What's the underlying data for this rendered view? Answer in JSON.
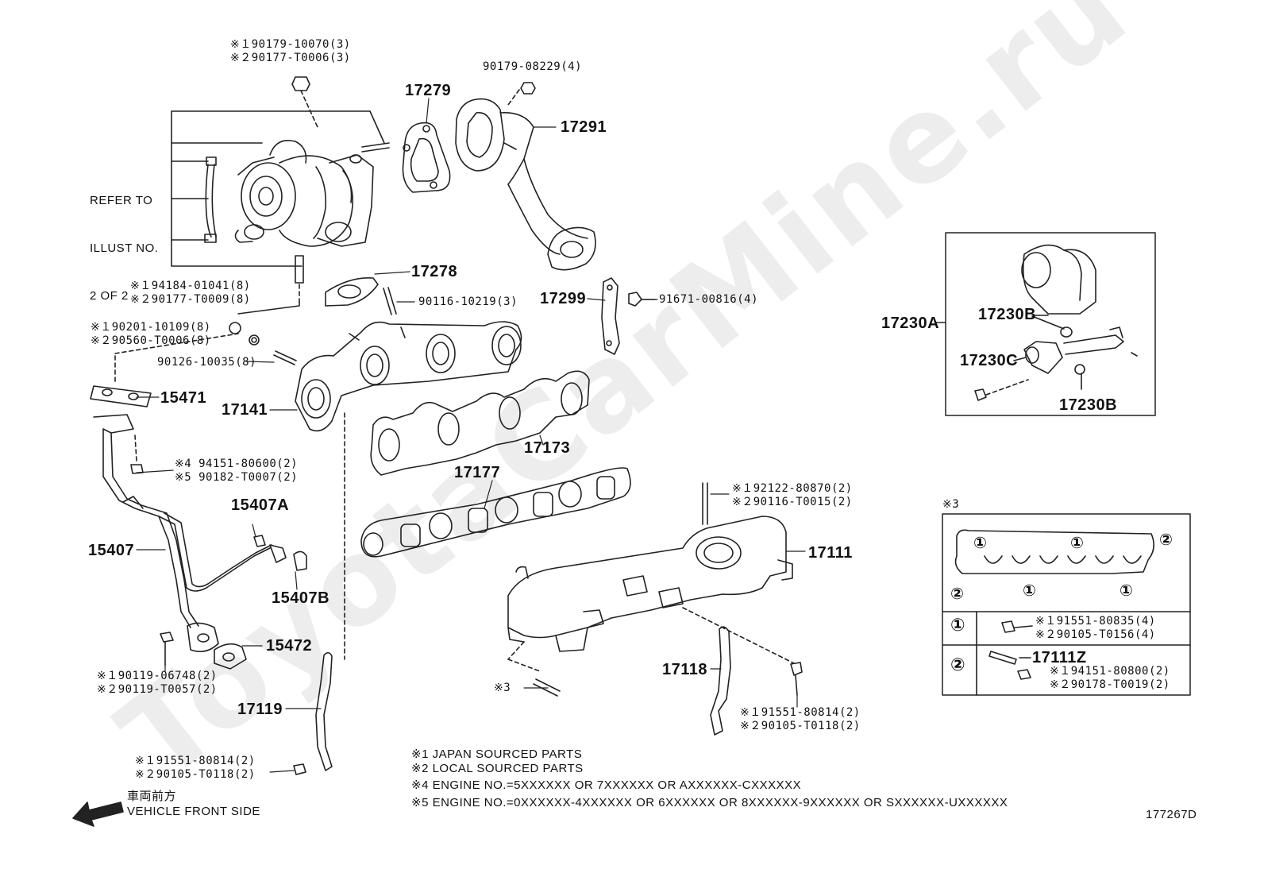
{
  "watermark": "ToyotaCarMine.ru",
  "figure_id": "177267D",
  "refer_note": [
    "REFER TO",
    "ILLUST NO.",
    "2 OF 2"
  ],
  "parts": {
    "p17279": "17279",
    "p17291": "17291",
    "p17278": "17278",
    "p17299": "17299",
    "p17141": "17141",
    "p17173": "17173",
    "p17177": "17177",
    "p15471": "15471",
    "p15407a": "15407A",
    "p15407": "15407",
    "p15407b": "15407B",
    "p15472": "15472",
    "p17111": "17111",
    "p17118": "17118",
    "p17119": "17119",
    "p17230a": "17230A",
    "p17230b_top": "17230B",
    "p17230c": "17230C",
    "p17230b_bottom": "17230B",
    "p17111z": "17111Z"
  },
  "fasteners": {
    "f_top_1": "※１90179-10070(3)",
    "f_top_2": "※２90177-T0006(3)",
    "f_nut_17291": "90179-08229(4)",
    "f_stud_17278": "90116-10219(3)",
    "f_bolt_17299": "91671-00816(4)",
    "f_stud_a1": "※１94184-01041(8)",
    "f_stud_a2": "※２90177-T0009(8)",
    "f_washer_1": "※１90201-10109(8)",
    "f_washer_2": "※２90560-T0006(8)",
    "f_stud_17141": "90126-10035(8)",
    "f_nut_a4": "※4 94151-80600(2)",
    "f_nut_a5": "※5 90182-T0007(2)",
    "f_bolt_b1": "※１90119-06748(2)",
    "f_bolt_b2": "※２90119-T0057(2)",
    "f_bolt_c1": "※１91551-80814(2)",
    "f_bolt_c2": "※２90105-T0118(2)",
    "f_stud_d1": "※１92122-80870(2)",
    "f_stud_d2": "※２90116-T0015(2)",
    "f_bolt_e1": "※１91551-80814(2)",
    "f_bolt_e2": "※２90105-T0118(2)",
    "f_ref3": "※3"
  },
  "inset3": {
    "title": "※3",
    "row1_symbol": "①",
    "row1_text_1": "※１91551-80835(4)",
    "row1_text_2": "※２90105-T0156(4)",
    "row2_symbol": "②",
    "row2_text_1": "※１94151-80800(2)",
    "row2_text_2": "※２90178-T0019(2)",
    "markers": [
      "①",
      "①",
      "②",
      "②",
      "①",
      "①"
    ]
  },
  "legend": [
    "※1 JAPAN SOURCED PARTS",
    "※2 LOCAL SOURCED PARTS",
    "※4 ENGINE NO.=5XXXXXX OR 7XXXXXX OR AXXXXXX-CXXXXXX",
    "※5 ENGINE NO.=0XXXXXX-4XXXXXX OR 6XXXXXX OR 8XXXXXX-9XXXXXX OR SXXXXXX-UXXXXXX"
  ],
  "front": {
    "jp": "車両前方",
    "en": "VEHICLE FRONT SIDE"
  }
}
